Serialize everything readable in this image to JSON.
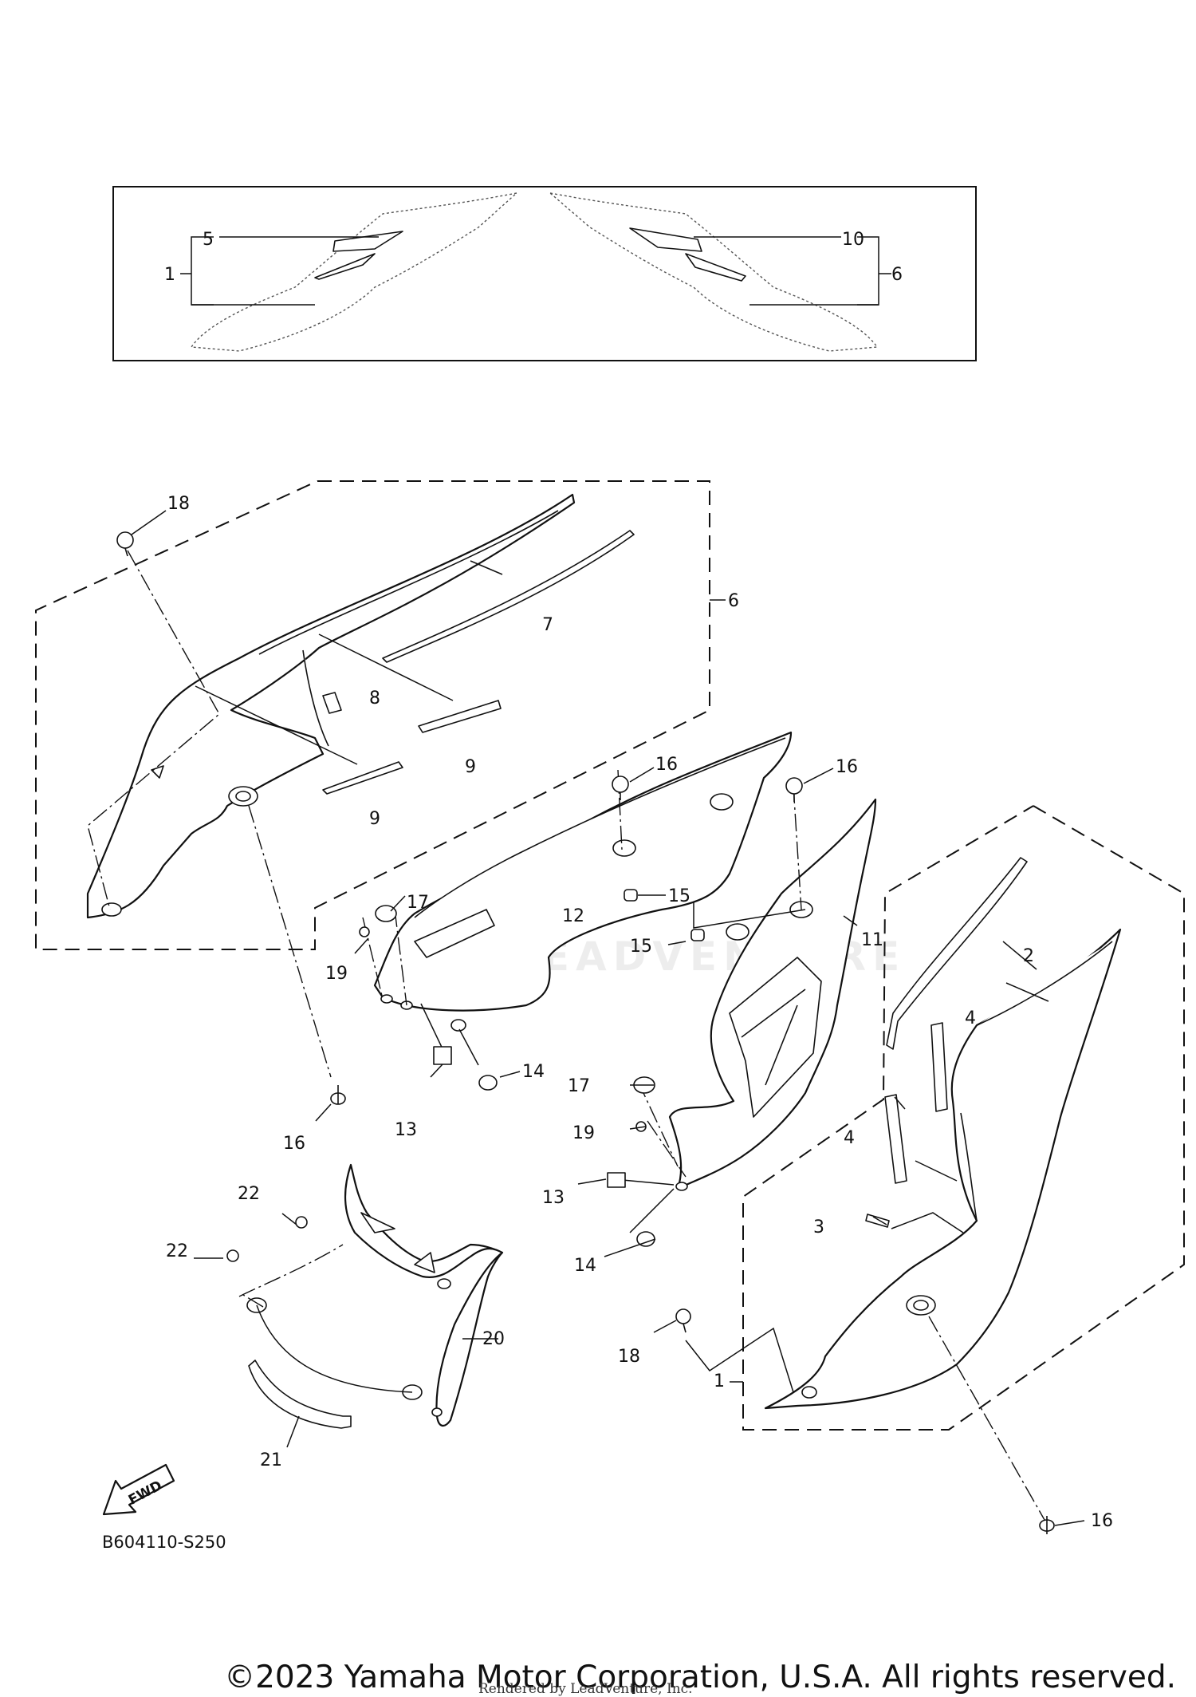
{
  "diagram": {
    "code": "B604110-S250",
    "fwd": "FWD",
    "watermark": "LEADVENTURE",
    "copyright": "©2023 Yamaha Motor Corporation, U.S.A. All rights reserved.",
    "rendered_by": "Rendered by LeadVenture, Inc."
  },
  "callouts": {
    "c1a": "1",
    "c1b": "1",
    "c2": "2",
    "c3": "3",
    "c4a": "4",
    "c4b": "4",
    "c5": "5",
    "c6a": "6",
    "c6b": "6",
    "c7": "7",
    "c8": "8",
    "c9a": "9",
    "c9b": "9",
    "c10": "10",
    "c11": "11",
    "c12": "12",
    "c13a": "13",
    "c13b": "13",
    "c14a": "14",
    "c14b": "14",
    "c15a": "15",
    "c15b": "15",
    "c16a": "16",
    "c16b": "16",
    "c16c": "16",
    "c16d": "16",
    "c17a": "17",
    "c17b": "17",
    "c18a": "18",
    "c18b": "18",
    "c19a": "19",
    "c19b": "19",
    "c20": "20",
    "c21": "21",
    "c22a": "22",
    "c22b": "22"
  }
}
